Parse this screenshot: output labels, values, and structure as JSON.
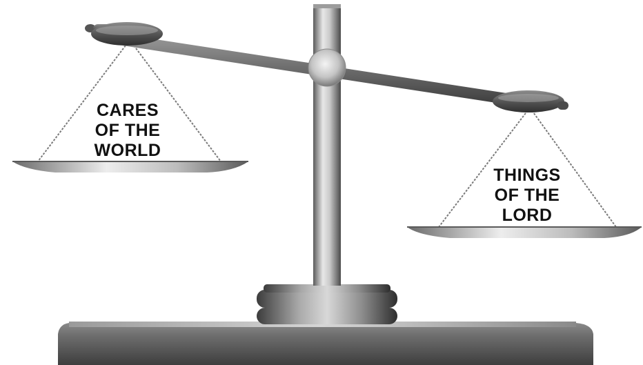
{
  "left_pan": {
    "label_lines": [
      "CARES",
      "OF THE",
      "WORLD"
    ]
  },
  "right_pan": {
    "label_lines": [
      "THINGS",
      "OF THE",
      "LORD"
    ]
  }
}
